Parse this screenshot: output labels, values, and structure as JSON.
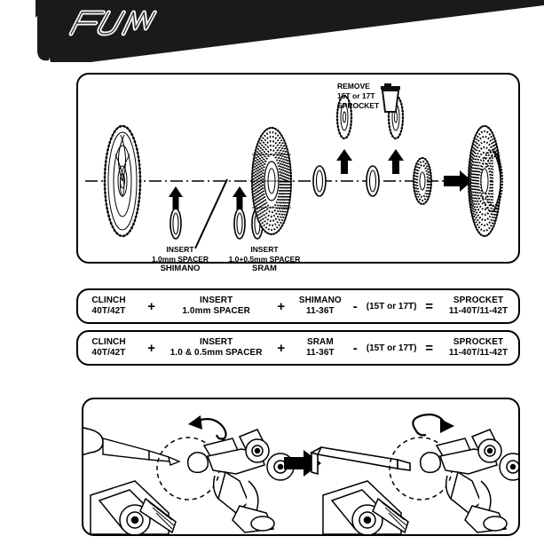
{
  "brand": {
    "logo_text": "FUNN",
    "banner_color": "#1a1a1a"
  },
  "exploded_diagram": {
    "remove_label": {
      "line1": "REMOVE",
      "line2": "15T or 17T",
      "line3": "SPROCKET",
      "icon": "trash-can-icon"
    },
    "insert_shimano": {
      "line1": "INSERT",
      "line2": "1,0mm SPACER",
      "brand": "SHIMANO",
      "spacer_count": 1
    },
    "insert_sram": {
      "line1": "INSERT",
      "line2": "1,0+0,5mm SPACER",
      "brand": "SRAM",
      "spacer_count": 2
    }
  },
  "formulas": [
    {
      "clinch": {
        "line1": "CLINCH",
        "line2": "40T/42T"
      },
      "op1": "+",
      "insert": {
        "line1": "INSERT",
        "line2": "1.0mm SPACER"
      },
      "op2": "+",
      "brand": {
        "line1": "SHIMANO",
        "line2": "11-36T"
      },
      "op3": "-",
      "minus": "(15T or 17T)",
      "op4": "=",
      "result": {
        "line1": "SPROCKET",
        "line2": "11-40T/11-42T"
      }
    },
    {
      "clinch": {
        "line1": "CLINCH",
        "line2": "40T/42T"
      },
      "op1": "+",
      "insert": {
        "line1": "INSERT",
        "line2": "1.0 & 0.5mm SPACER"
      },
      "op2": "+",
      "brand": {
        "line1": "SRAM",
        "line2": "11-36T"
      },
      "op3": "-",
      "minus": "(15T or 17T)",
      "op4": "=",
      "result": {
        "line1": "SPROCKET",
        "line2": "11-40T/11-42T"
      }
    }
  ],
  "bottom_panel": {
    "left_step": {
      "tool": "screwdriver-icon",
      "part": "rear-derailleur-icon",
      "rotation": "counterclockwise"
    },
    "right_step": {
      "tool": "hex-key-icon",
      "part": "rear-derailleur-icon",
      "rotation": "clockwise"
    },
    "transition": "right-arrow-icon"
  },
  "colors": {
    "line": "#000000",
    "fill": "#ffffff",
    "banner": "#1a1a1a"
  }
}
